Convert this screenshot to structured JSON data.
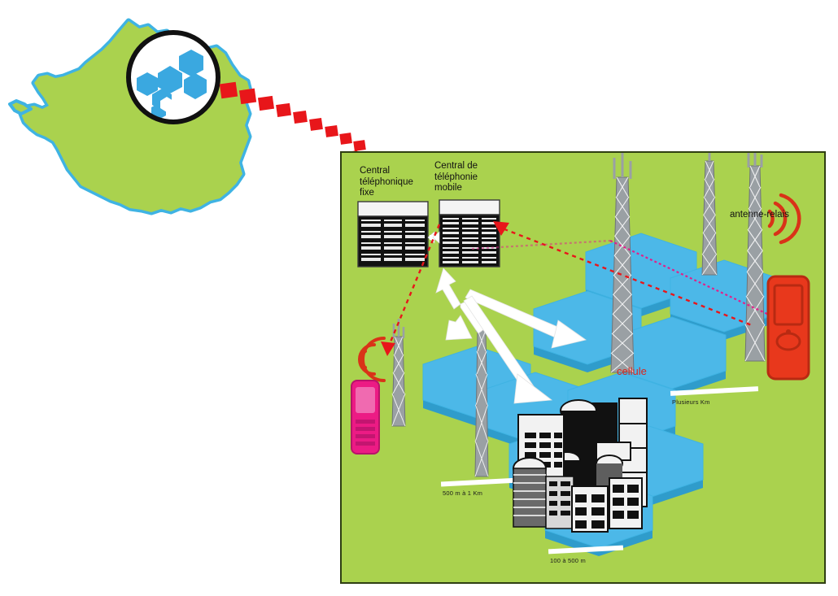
{
  "figure": {
    "title_visible": false,
    "domain": "telecom-network-diagram",
    "language": "fr"
  },
  "map": {
    "name": "france-map",
    "country": "France",
    "land_color": "#aad24e",
    "coast_color": "#3fb3e3",
    "magnifier": {
      "name": "magnifier-lens",
      "border_color": "#111111",
      "lens_fill": "#ffffff",
      "hexagon_color": "#3aa8e0",
      "hexagon_count": 6
    },
    "connector": {
      "name": "zoom-connector",
      "style": "dashed-squares",
      "color": "#e8161a",
      "segments": 11
    }
  },
  "panel": {
    "name": "network-panel",
    "background": "#aad24e",
    "border_color": "#2f3f12",
    "cell_color": "#4cb8e8",
    "cell_edge_color": "#2f9ccb",
    "labels": {
      "central_fixe": "Central\ntéléphonique\nfixe",
      "central_mobile": "Central de\ntéléphonie\nmobile",
      "antenne_relais": "antenne-relais",
      "cellule": "cellule"
    },
    "distances": [
      {
        "id": "plusieurs-km",
        "text": "Plusieurs Km"
      },
      {
        "id": "500m-1km",
        "text": "500 m à 1 Km"
      },
      {
        "id": "100-500m",
        "text": "100 à 500 m"
      }
    ],
    "devices": [
      {
        "id": "mobile-phone-pink",
        "label": "",
        "color": "#ec1b84"
      },
      {
        "id": "mobile-phone-red",
        "label": "",
        "color": "#e8381c"
      }
    ],
    "colors": {
      "cellule_text": "#d9251d",
      "waves": "#d93318",
      "link_arrow": "#ffffff",
      "red_dashed_link": "#e8161a",
      "magenta_dotted_link": "#e0218a",
      "tower": "#8a9196",
      "exchange_dark": "#141414",
      "exchange_light": "#f2f2f2"
    },
    "icon_names": [
      "telephone-exchange-icon",
      "mobile-switching-center-icon",
      "antenna-tower-icon",
      "radio-wave-icon",
      "mobile-phone-icon",
      "city-buildings-icon",
      "hexagon-cell-icon",
      "double-arrow-icon"
    ]
  }
}
